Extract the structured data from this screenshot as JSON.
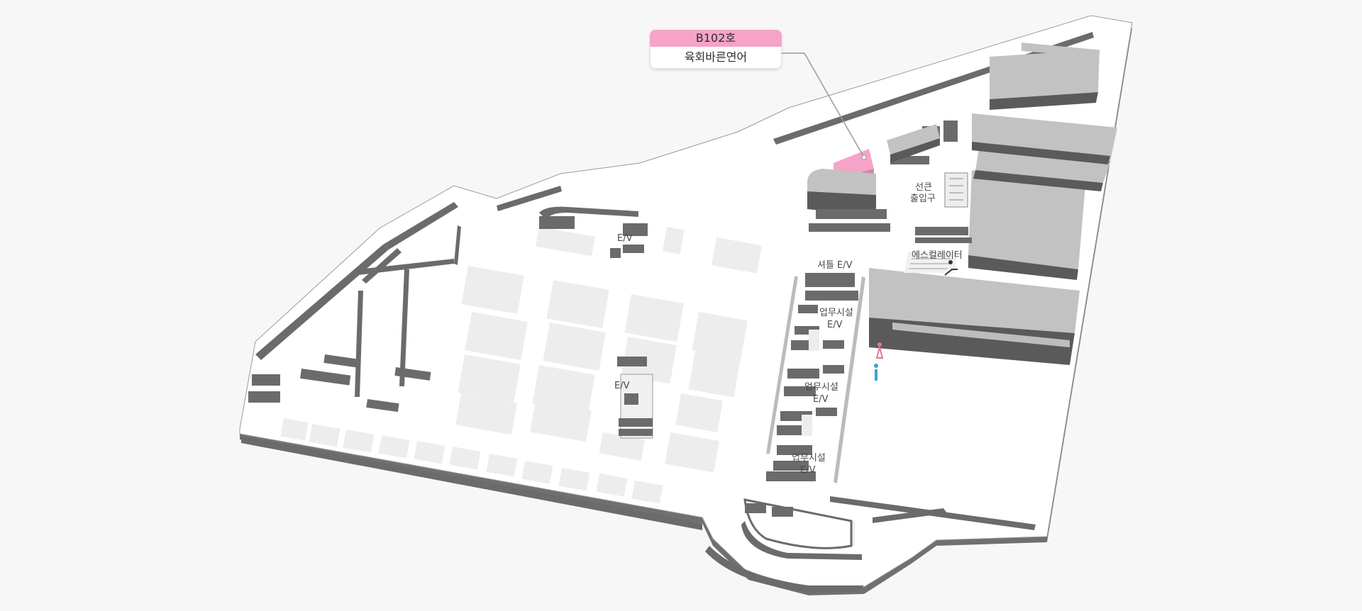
{
  "store": {
    "unit": "B102호",
    "name": "육회바른연어",
    "highlight_color": "#f5a4c8"
  },
  "labels": {
    "ev_1": "E/V",
    "ev_2": "E/V",
    "shuttle_ev": "셔틀 E/V",
    "escalator": "에스컬레이터",
    "exit_line1": "선큰",
    "exit_line2": "출입구",
    "office_1": "업무시설",
    "office_1_ev": "E/V",
    "office_2": "업무시설",
    "office_2_ev": "E/V",
    "office_3": "업무시설",
    "office_3_ev": "E/V"
  },
  "icons": {
    "restroom": "restroom-icon",
    "escalator": "escalator-icon"
  },
  "colors": {
    "wall": "#6b6b6b",
    "block": "#bdbdbd",
    "floor": "#ffffff",
    "restroom_female": "#e8739f",
    "restroom_male": "#3aa3d6"
  }
}
